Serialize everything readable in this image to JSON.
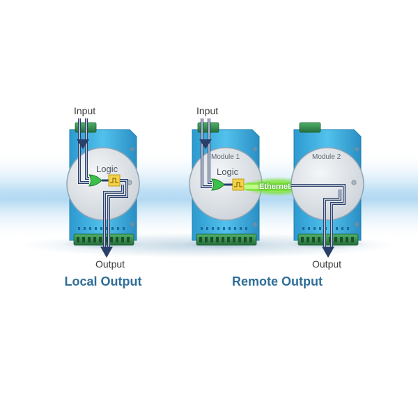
{
  "diagram": {
    "local": {
      "input_label": "Input",
      "logic_label": "Logic",
      "output_label": "Output",
      "caption": "Local Output"
    },
    "remote": {
      "input_label": "Input",
      "module1_label": "Module 1",
      "logic_label": "Logic",
      "link_label": "Ethernet",
      "module2_label": "Module 2",
      "output_label": "Output",
      "caption": "Remote Output"
    }
  },
  "colors": {
    "module_body": "#3fb0e0",
    "module_dark": "#1f7fb0",
    "face_plate": "#dfe4e8",
    "signal_path": "#2a3f6a",
    "terminal_green": "#2f8a4a",
    "logic_gate": "#3cc04a",
    "timer_block": "#f3d34a",
    "ethernet_glow": "#7ee23a",
    "caption_text": "#2f6e97"
  }
}
